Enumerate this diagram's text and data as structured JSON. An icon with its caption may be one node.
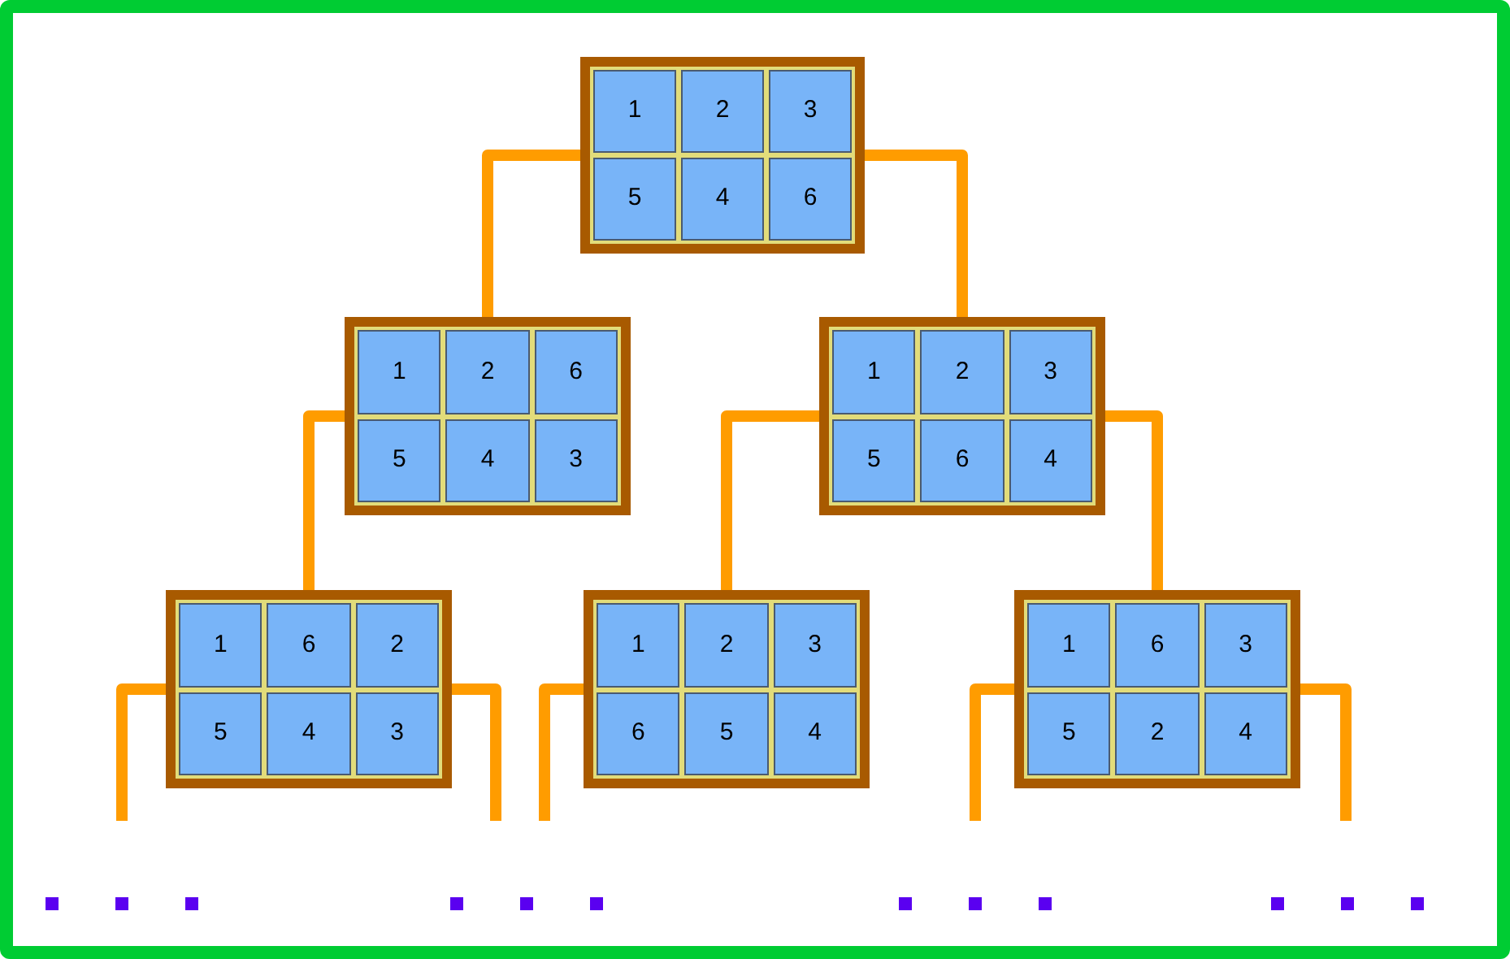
{
  "diagram": {
    "nodes": [
      {
        "text": [
          "1",
          "2",
          "3",
          "5",
          "4",
          "6"
        ]
      },
      {
        "text": [
          "1",
          "2",
          "6",
          "5",
          "4",
          "3"
        ]
      },
      {
        "text": [
          "1",
          "2",
          "3",
          "5",
          "6",
          "4"
        ]
      },
      {
        "text": [
          "1",
          "6",
          "2",
          "5",
          "4",
          "3"
        ]
      },
      {
        "text": [
          "1",
          "2",
          "3",
          "6",
          "5",
          "4"
        ]
      },
      {
        "text": [
          "1",
          "6",
          "3",
          "5",
          "2",
          "4"
        ]
      }
    ],
    "edges": [
      {
        "from": 0,
        "to": 1,
        "arrow": "none"
      },
      {
        "from": 0,
        "to": 2,
        "arrow": "none"
      },
      {
        "from": 1,
        "to": 3,
        "arrow": "none"
      },
      {
        "from": 2,
        "to": 4,
        "arrow": "none"
      },
      {
        "from": 2,
        "to": 5,
        "arrow": "none"
      },
      {
        "from": 3,
        "to": null,
        "arrow": "none"
      },
      {
        "from": 3,
        "to": null,
        "arrow": "none"
      },
      {
        "from": 4,
        "to": null,
        "arrow": "none"
      },
      {
        "from": 5,
        "to": null,
        "arrow": "none"
      },
      {
        "from": 5,
        "to": null,
        "arrow": "none"
      }
    ]
  }
}
